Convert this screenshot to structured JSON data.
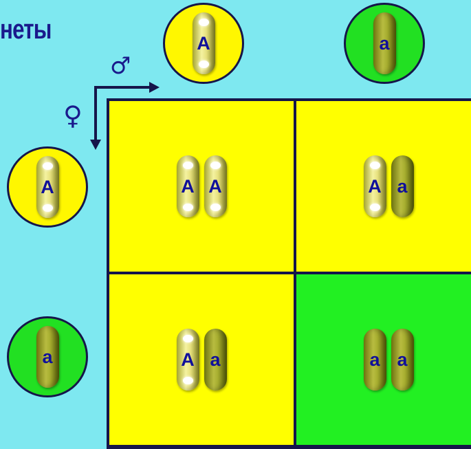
{
  "title": "неты",
  "symbols": {
    "male": "♂",
    "female": "♀"
  },
  "colors": {
    "background": "#7ee8f0",
    "dominant": "#ffff00",
    "recessive": "#22e022",
    "line": "#15154a",
    "letter": "#10109a"
  },
  "gametes_male": [
    {
      "allele": "A",
      "type": "dom"
    },
    {
      "allele": "a",
      "type": "rec"
    }
  ],
  "gametes_female": [
    {
      "allele": "A",
      "type": "dom"
    },
    {
      "allele": "a",
      "type": "rec"
    }
  ],
  "cells": [
    {
      "genotype": [
        "A",
        "A"
      ],
      "types": [
        "dom",
        "dom"
      ],
      "color": "yellow"
    },
    {
      "genotype": [
        "A",
        "a"
      ],
      "types": [
        "dom",
        "rec"
      ],
      "color": "yellow"
    },
    {
      "genotype": [
        "A",
        "a"
      ],
      "types": [
        "dom",
        "rec"
      ],
      "color": "yellow"
    },
    {
      "genotype": [
        "a",
        "a"
      ],
      "types": [
        "rec",
        "rec"
      ],
      "color": "green"
    }
  ]
}
